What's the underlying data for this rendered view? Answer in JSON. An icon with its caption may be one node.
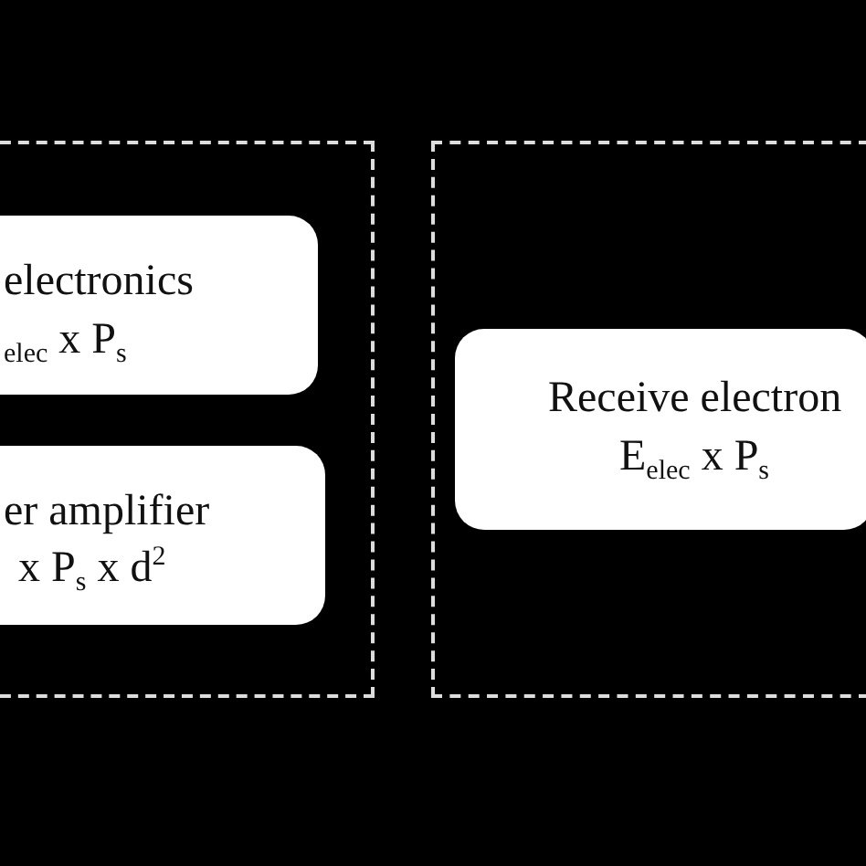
{
  "diagram": {
    "nodes": [
      {
        "text": [],
        "shape": "box"
      },
      {
        "text": [
          "electronics",
          "$_{elec}$ x P$_{s}$"
        ],
        "in": 0
      },
      {
        "text": [
          "er amplifier",
          "x P$_{s}$ x d$^{2}$"
        ],
        "in": 0
      },
      {
        "text": [],
        "shape": "box"
      },
      {
        "text": [
          "Receive electron",
          "E$_{elec}$ x P$_{s}$"
        ],
        "in": 3
      }
    ]
  }
}
